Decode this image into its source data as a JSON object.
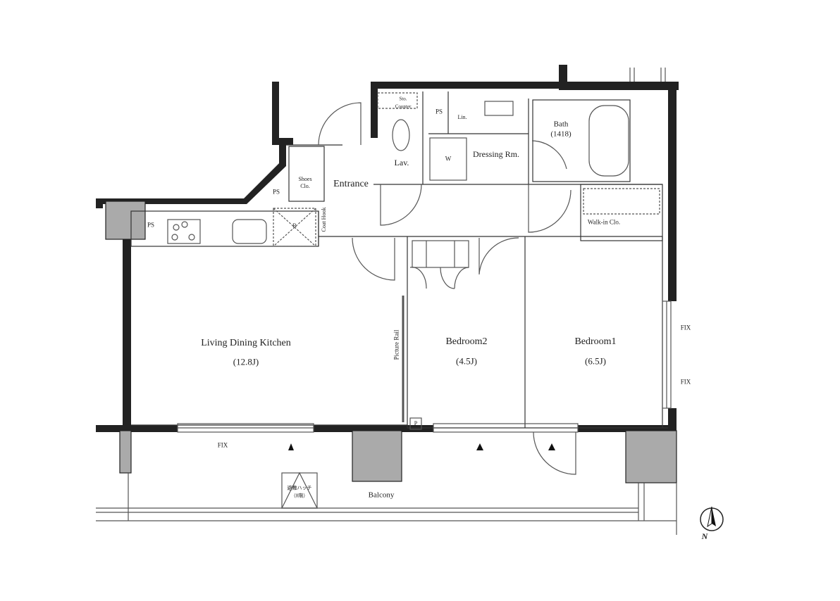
{
  "plan": {
    "rooms": {
      "ldk": {
        "name": "Living Dining Kitchen",
        "area": "(12.8J)"
      },
      "bedroom2": {
        "name": "Bedroom2",
        "area": "(4.5J)"
      },
      "bedroom1": {
        "name": "Bedroom1",
        "area": "(6.5J)"
      },
      "bath": {
        "name": "Bath",
        "size": "(1418)"
      },
      "dressing": {
        "name": "Dressing Rm."
      },
      "lav": {
        "name": "Lav."
      },
      "entrance": {
        "name": "Entrance"
      },
      "walkin": {
        "name": "Walk-in Clo."
      },
      "balcony": {
        "name": "Balcony"
      }
    },
    "labels": {
      "shoes_clo_1": "Shoes",
      "shoes_clo_2": "Clo.",
      "coat_hook": "Coat Hook",
      "picture_rail": "Picture Rail",
      "sto_counter_1": "Sto.",
      "sto_counter_2": "Counter",
      "lin": "Lin.",
      "w": "W",
      "r": "R",
      "p": "P",
      "ps_1": "PS",
      "ps_2": "PS",
      "ps_3": "PS",
      "fix_1": "FIX",
      "fix_2": "FIX",
      "fix_3": "FIX",
      "hatch_1": "避難ハッチ",
      "hatch_2": "（8階）",
      "north": "N"
    }
  }
}
